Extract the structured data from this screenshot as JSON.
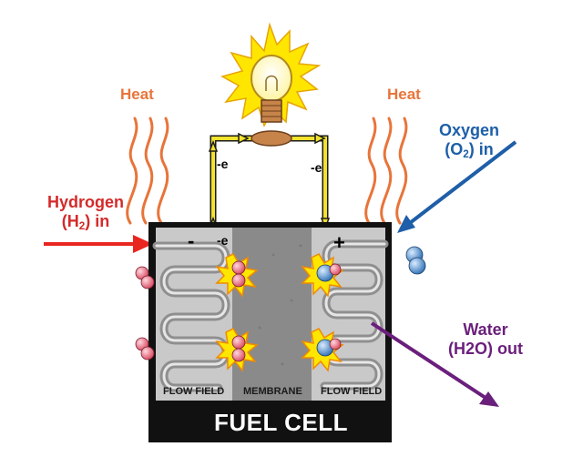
{
  "labels": {
    "heat_left": "Heat",
    "heat_right": "Heat",
    "hydrogen_line1": "Hydrogen",
    "hydrogen_line2_pre": "(H",
    "hydrogen_line2_sub": "2",
    "hydrogen_line2_post": ") in",
    "oxygen_line1": "Oxygen",
    "oxygen_line2_pre": "(O",
    "oxygen_line2_sub": "2",
    "oxygen_line2_post": ") in",
    "water_line1": "Water",
    "water_line2": "(H2O) out",
    "electron_wire_left": "-e",
    "electron_wire_right": "-e",
    "electron_anode": "-e",
    "minus_sign": "-",
    "plus_sign": "+",
    "flow_field_left": "FLOW FIELD",
    "membrane": "MEMBRANE",
    "flow_field_right": "FLOW FIELD",
    "cell_title": "FUEL CELL"
  },
  "colors": {
    "hydrogen_arrow": "#e8261f",
    "oxygen_arrow": "#1f5ea8",
    "water_arrow": "#6b1f7c",
    "heat": "#e8743a",
    "wire": "#f2e22b",
    "cell_body": "#111111",
    "flow_field": "#c9c9c9",
    "membrane": "#8a8a8a",
    "hydrogen_atom": "#e36a7a",
    "oxygen_atom": "#4c8fcf",
    "spark": "#ffe600"
  },
  "icons": [
    "light-bulb-icon",
    "spark-icon",
    "hydrogen-molecule-icon",
    "oxygen-molecule-icon",
    "water-molecule-icon"
  ]
}
